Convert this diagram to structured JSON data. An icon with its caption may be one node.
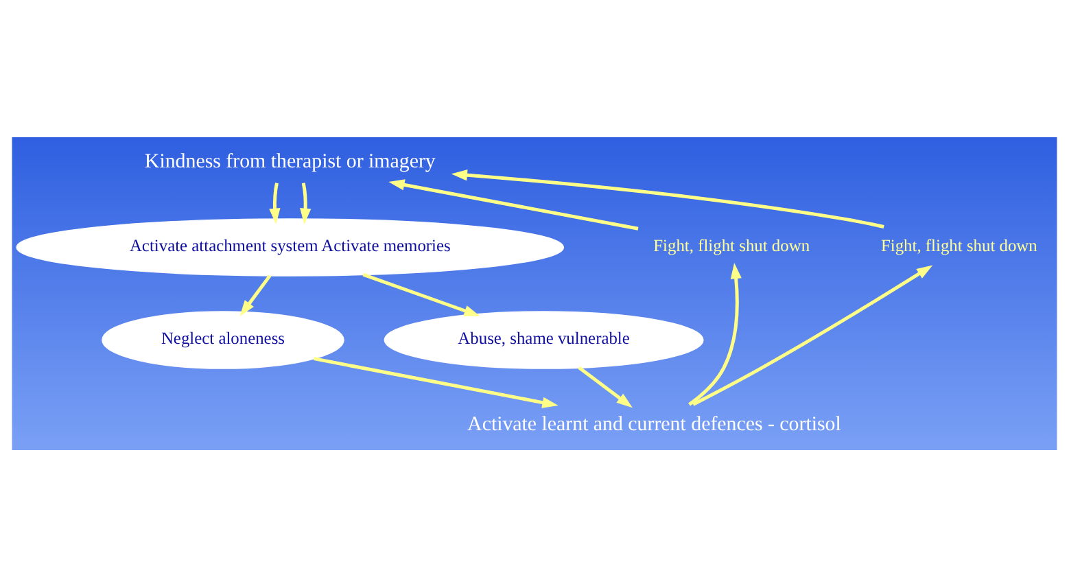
{
  "diagram": {
    "nodes": [
      {
        "text": [
          "Kindness from therapist or imagery"
        ]
      },
      {
        "text": [
          "Activate attachment system Activate memories"
        ]
      },
      {
        "text": [
          "Neglect aloneness"
        ]
      },
      {
        "text": [
          "Abuse, shame vulnerable"
        ]
      },
      {
        "text": [
          "Activate learnt and current defences - cortisol"
        ]
      },
      {
        "text": [
          "Fight, flight shut down"
        ]
      },
      {
        "text": [
          "Fight, flight shut down"
        ]
      }
    ],
    "edges": [
      {
        "from": 0,
        "to": 1,
        "arrow": "to"
      },
      {
        "from": 0,
        "to": 1,
        "arrow": "to"
      },
      {
        "from": 1,
        "to": 2,
        "arrow": "to"
      },
      {
        "from": 1,
        "to": 3,
        "arrow": "to"
      },
      {
        "from": 2,
        "to": 4,
        "arrow": "to"
      },
      {
        "from": 3,
        "to": 4,
        "arrow": "to"
      },
      {
        "from": 4,
        "to": 5,
        "arrow": "to"
      },
      {
        "from": 5,
        "to": 0,
        "arrow": "to"
      },
      {
        "from": 4,
        "to": 6,
        "arrow": "to"
      },
      {
        "from": 6,
        "to": 0,
        "arrow": "to"
      }
    ]
  }
}
